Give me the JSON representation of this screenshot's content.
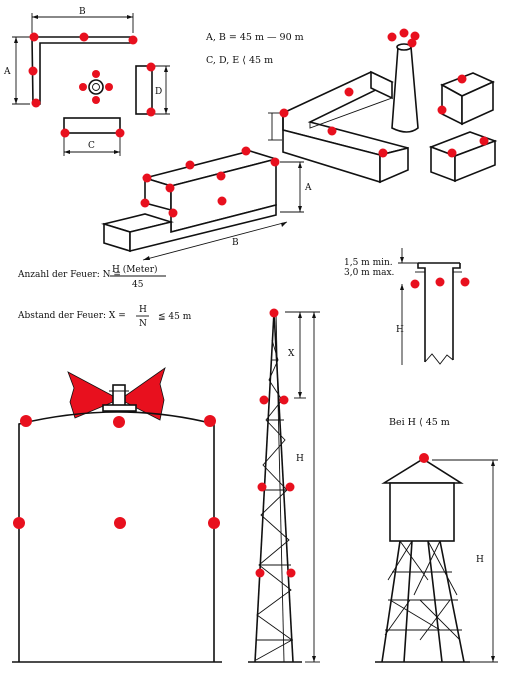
{
  "colors": {
    "light": "#e8101e",
    "ink": "#111111",
    "paper": "#ffffff"
  },
  "labels": {
    "top_b": "B",
    "top_a": "A",
    "top_d": "D",
    "top_c": "C",
    "range_ab": "A, B = 45 m — 90 m",
    "range_cde": "C, D, E ⟨ 45 m",
    "bldg_a": "A",
    "bldg_b": "B",
    "count_prefix": "Anzahl der Feuer: N =",
    "count_num": "H (Meter)",
    "count_den": "45",
    "spacing_prefix": "Abstand der Feuer: X =",
    "spacing_num": "H",
    "spacing_den": "N",
    "spacing_suffix": "≦ 45 m",
    "chimney_min": "1,5 m min.",
    "chimney_max": "3,0 m max.",
    "chimney_h": "H",
    "tower_x": "X",
    "tower_h": "H",
    "water_cond": "Bei H ⟨ 45 m",
    "water_h": "H"
  }
}
